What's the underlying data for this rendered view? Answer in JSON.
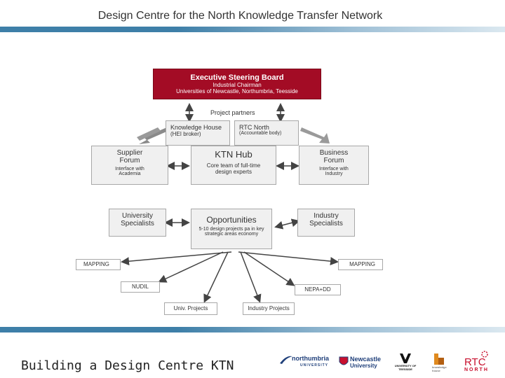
{
  "header": {
    "title": "Design Centre for the North Knowledge Transfer Network"
  },
  "executive": {
    "title": "Executive Steering Board",
    "line1": "Industrial Chairman",
    "line2": "Universities of Newcastle, Northumbria, Teesside"
  },
  "partners_label": "Project partners",
  "knowledge_house": {
    "title": "Knowledge House",
    "sub": "(HEI broker)"
  },
  "rtc_north": {
    "title": "RTC North",
    "sub": "(Accountable body)"
  },
  "ktn_hub": {
    "title": "KTN Hub",
    "sub": "Core team of full-time design experts"
  },
  "supplier_forum": {
    "title": "Supplier Forum",
    "sub": "Interface with Academia"
  },
  "business_forum": {
    "title": "Business Forum",
    "sub": "Interface with Industry"
  },
  "university_specialists": {
    "title": "University Specialists"
  },
  "industry_specialists": {
    "title": "Industry Specialists"
  },
  "opportunities": {
    "title": "Opportunities",
    "sub": "5-10 design projects pa in key strategic areas economy"
  },
  "mapping_left": "MAPPING",
  "mapping_right": "MAPPING",
  "nudil": "NUDIL",
  "nepa": "NEPA+DD",
  "univ_projects": "Univ. Projects",
  "industry_projects": "Industry Projects",
  "footer": {
    "title": "Building a Design Centre KTN"
  },
  "logos": {
    "northumbria": "northumbria",
    "northumbria_sub": "UNIVERSITY",
    "newcastle": "Newcastle",
    "newcastle_sub": "University",
    "teesside": "UNIVERSITY OF TEESSIDE",
    "kh": "knowledge house",
    "rtc": "RTC",
    "rtc_sub": "NORTH"
  },
  "colors": {
    "accent": "#3e7fa8",
    "exec_red": "#a30c25",
    "box_grey": "#f0f0f0"
  }
}
